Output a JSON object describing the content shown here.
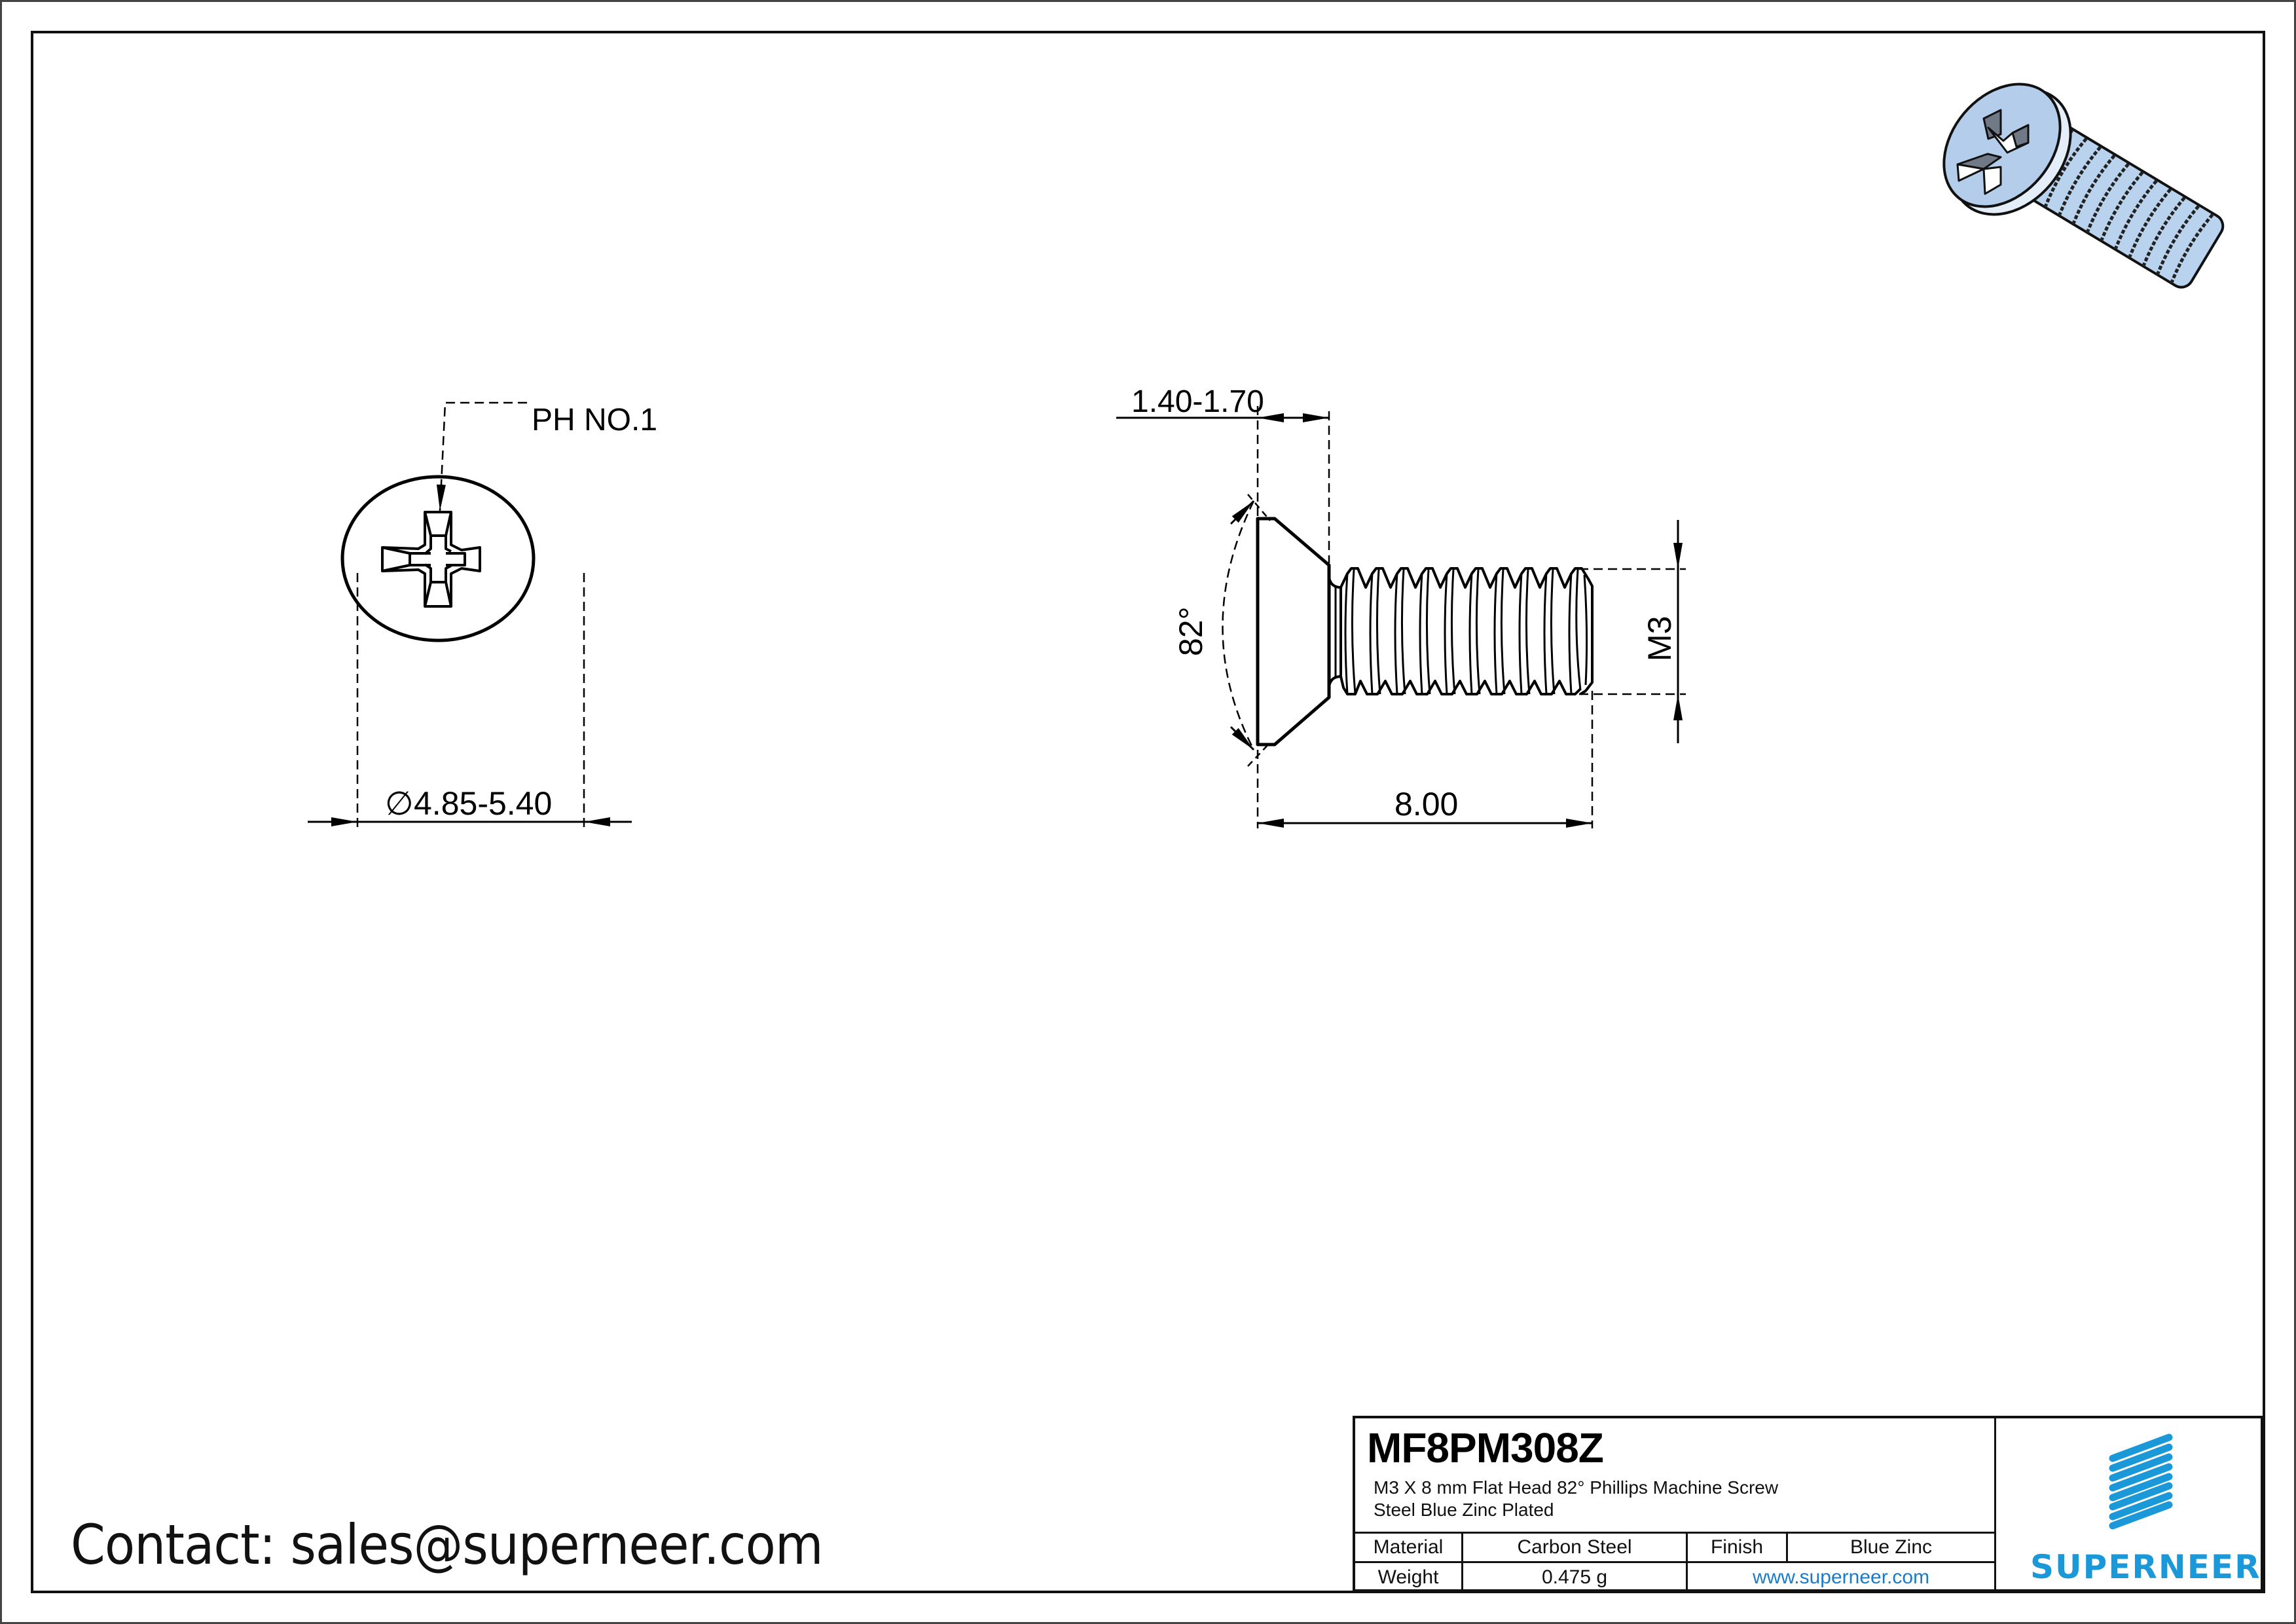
{
  "drawing": {
    "front_view": {
      "drive_callout": "PH NO.1",
      "diameter_symbol": "∅",
      "diameter_dimension": "4.85-5.40"
    },
    "side_view": {
      "head_height_dimension": "1.40-1.70",
      "head_angle_dimension": "82°",
      "thread_dimension": "M3",
      "length_dimension": "8.00"
    },
    "iso_view": {
      "fill_color": "#b3cdea",
      "shadow_color": "#6f7a86"
    }
  },
  "contact": {
    "text": "Contact: sales@superneer.com"
  },
  "title_block": {
    "part_number": "MF8PM308Z",
    "description_line1": "M3 X 8 mm  Flat Head 82° Phillips Machine Screw",
    "description_line2": "Steel Blue Zinc Plated",
    "material_label": "Material",
    "material_value": "Carbon Steel",
    "finish_label": "Finish",
    "finish_value": "Blue Zinc",
    "weight_label": "Weight",
    "weight_value": "0.475 g",
    "website": "www.superneer.com",
    "logo_text": "SUPERNEER",
    "brand_color": "#1a98d8"
  }
}
